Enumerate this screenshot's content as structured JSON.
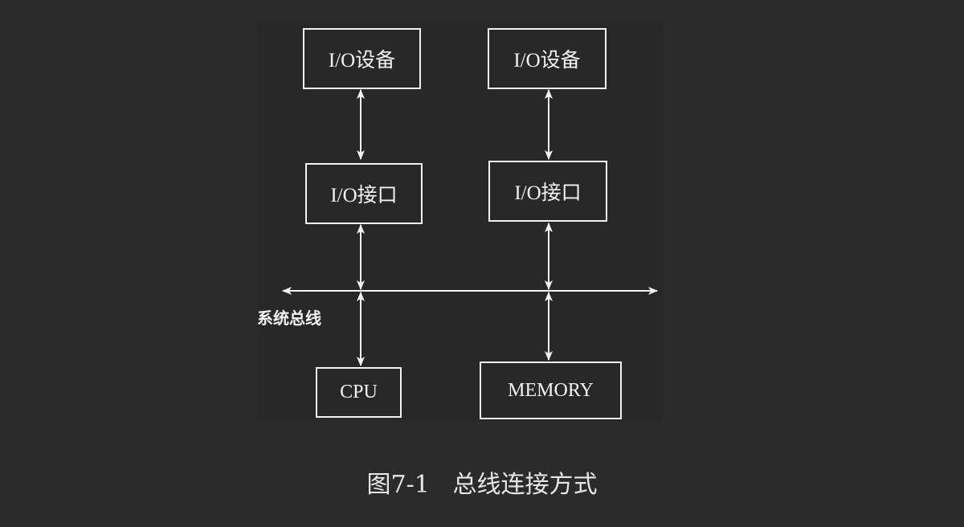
{
  "diagram": {
    "nodes": {
      "io_device_left": "I/O设备",
      "io_device_right": "I/O设备",
      "io_interface_left": "I/O接口",
      "io_interface_right": "I/O接口",
      "cpu": "CPU",
      "memory": "MEMORY"
    },
    "bus_label": "系统总线",
    "caption": "图7-1   总线连接方式",
    "line_color": "#f2f2f2",
    "background": "#2b2b2b"
  }
}
